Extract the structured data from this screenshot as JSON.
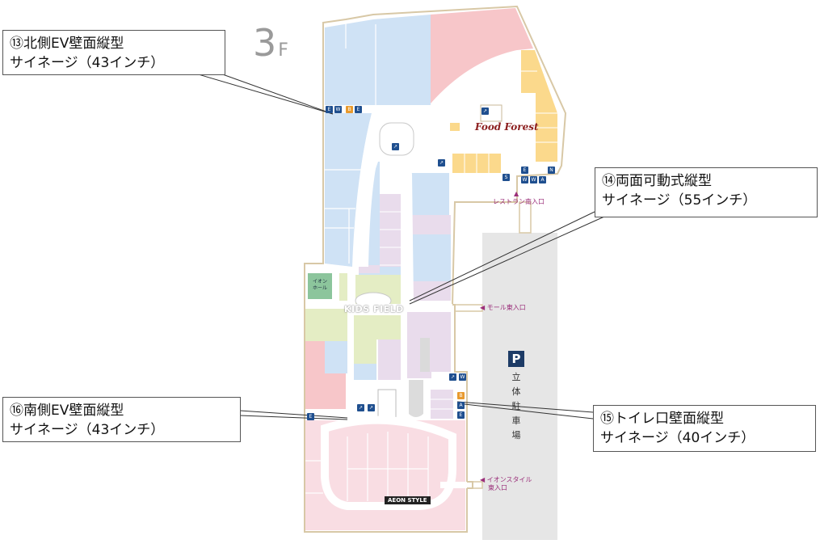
{
  "floor": {
    "number": "3",
    "suffix": "F"
  },
  "callouts": {
    "north_ev": {
      "line1": "⑬北側EV壁面縦型",
      "line2": "サイネージ（43インチ）"
    },
    "both_sides": {
      "line1": "⑭両面可動式縦型",
      "line2": "サイネージ（55インチ）"
    },
    "toilet": {
      "line1": "⑮トイレ口壁面縦型",
      "line2": "サイネージ（40インチ）"
    },
    "south_ev": {
      "line1": "⑯南側EV壁面縦型",
      "line2": "サイネージ（43インチ）"
    }
  },
  "entrances": {
    "restaurant_south": "レストラン南入口",
    "mall_east": "モール東入口",
    "aeon_style_east_line1": "イオンスタイル",
    "aeon_style_east_line2": "東入口"
  },
  "parking": {
    "mark": "P",
    "label": [
      "立",
      "体",
      "駐",
      "車",
      "場"
    ]
  },
  "places": {
    "food_forest": "Food Forest",
    "kids_field": "KIDS FIELD",
    "aeon_style": "AEON STYLE",
    "aeon_hall_line1": "イオン",
    "aeon_hall_line2": "ホール"
  },
  "colors": {
    "blue_zone": "#cfe2f5",
    "pink_zone": "#f7c6c9",
    "light_pink_zone": "#f9dde3",
    "lavender_zone": "#e9dcec",
    "green_zone": "#e4edc4",
    "yellow_zone": "#fbd98c",
    "corridor": "#ffffff",
    "outline": "#d8c8a6",
    "parking_lot": "#e6e6e6",
    "entrance_text": "#9b2f7a"
  }
}
